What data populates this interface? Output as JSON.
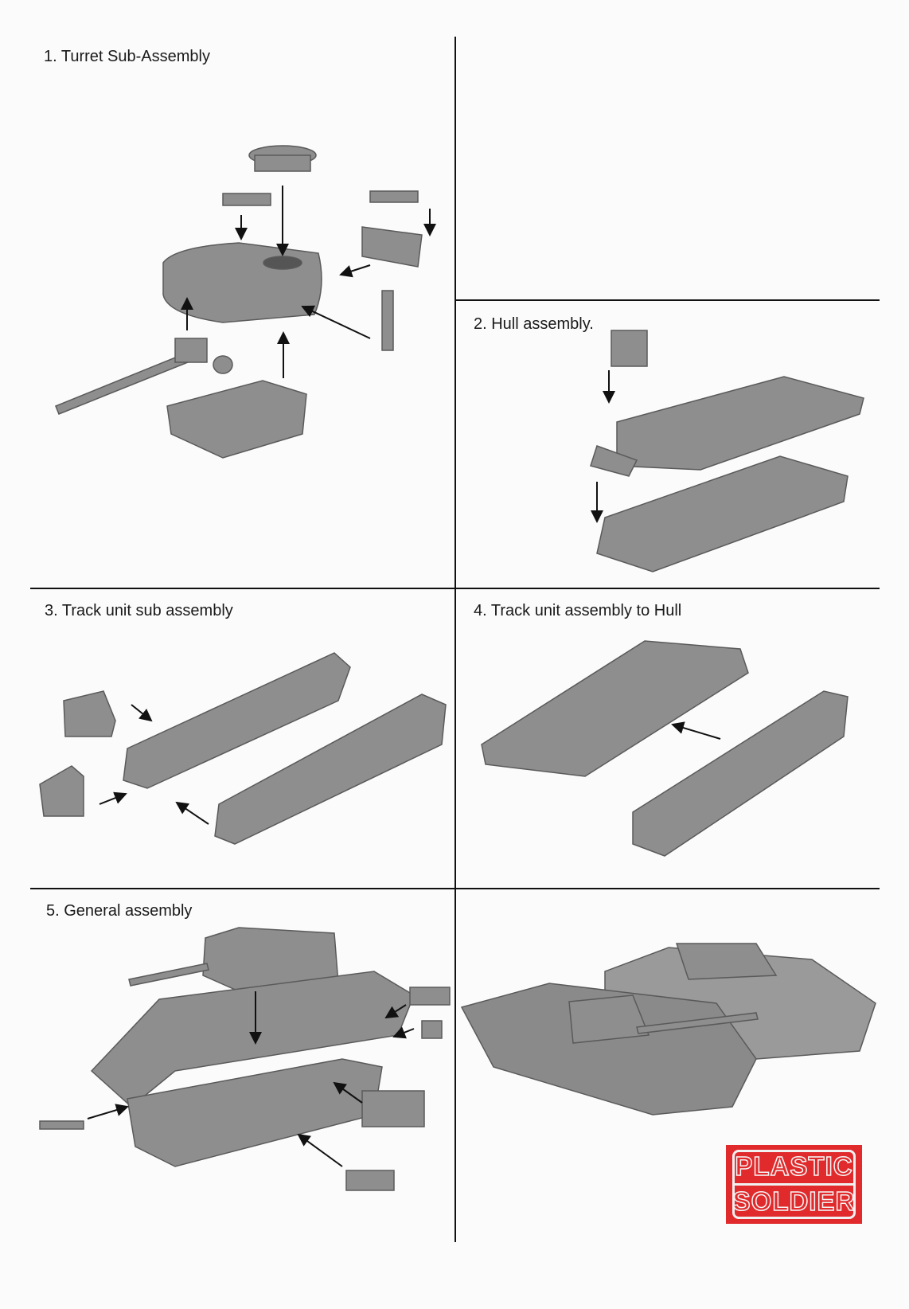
{
  "steps": [
    {
      "label": "1. Turret Sub-Assembly"
    },
    {
      "label": "2. Hull assembly."
    },
    {
      "label": "3. Track unit sub assembly"
    },
    {
      "label": "4. Track unit assembly to Hull"
    },
    {
      "label": "5. General assembly"
    }
  ],
  "logo": {
    "line1": "PLASTIC",
    "line2": "SOLDIER",
    "color": "#e02a2c"
  },
  "colors": {
    "part_gray": "#8c8c8c",
    "rule": "#111111"
  }
}
